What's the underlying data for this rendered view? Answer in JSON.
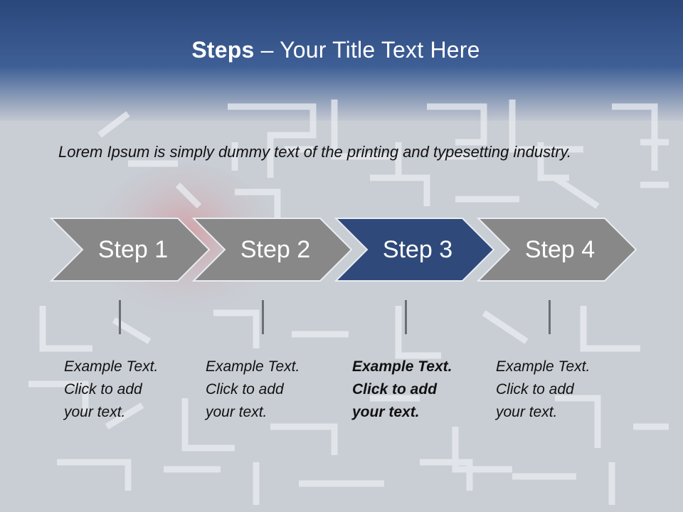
{
  "slide": {
    "title_bold": "Steps",
    "title_rest": " – Your Title Text Here",
    "intro": "Lorem Ipsum is simply dummy text of the printing and typesetting industry."
  },
  "colors": {
    "header": "#3b5a8e",
    "step_gray": "#888888",
    "step_active": "#2f4a7a",
    "active_index": 3
  },
  "steps": [
    {
      "label": "Step 1",
      "note": [
        "Example Text.",
        "Click  to add",
        "your text."
      ]
    },
    {
      "label": "Step 2",
      "note": [
        "Example Text.",
        "Click  to add",
        "your text."
      ]
    },
    {
      "label": "Step 3",
      "note": [
        "Example Text.",
        "Click  to add",
        "your text."
      ]
    },
    {
      "label": "Step 4",
      "note": [
        "Example Text.",
        "Click  to add",
        "your text."
      ]
    }
  ]
}
